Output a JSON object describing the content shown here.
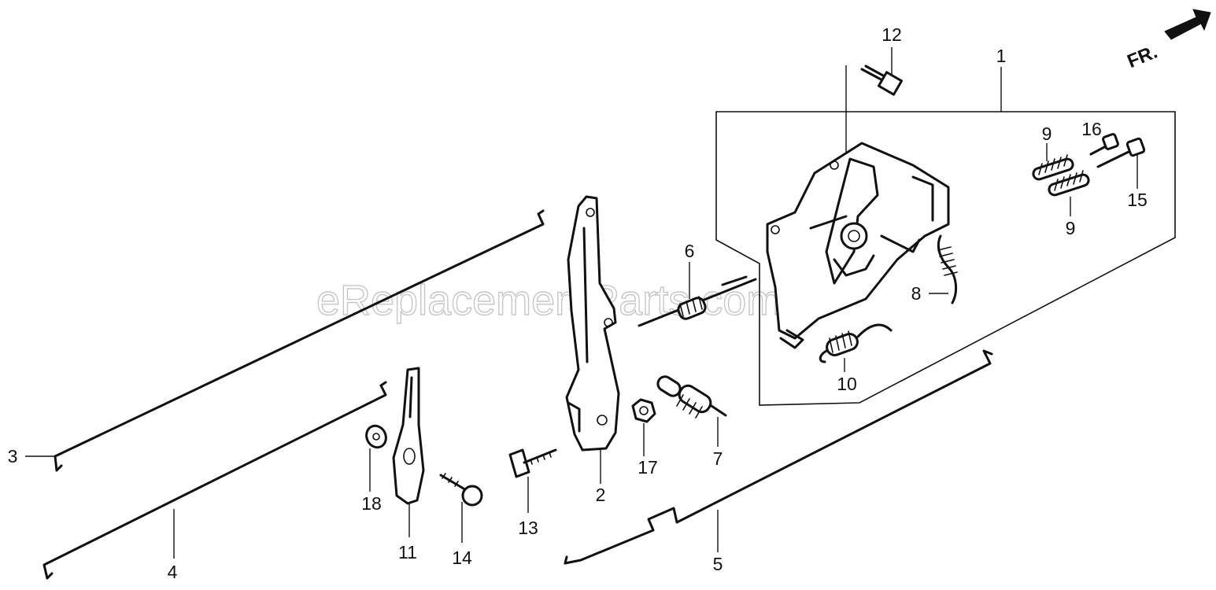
{
  "watermark": "eReplacementParts.com",
  "front_indicator": "FR.",
  "callouts": {
    "p1": "1",
    "p2": "2",
    "p3": "3",
    "p4": "4",
    "p5": "5",
    "p6": "6",
    "p7": "7",
    "p8": "8",
    "p9a": "9",
    "p9b": "9",
    "p10": "10",
    "p11": "11",
    "p12": "12",
    "p13": "13",
    "p14": "14",
    "p15": "15",
    "p16": "16",
    "p17": "17",
    "p18": "18"
  }
}
